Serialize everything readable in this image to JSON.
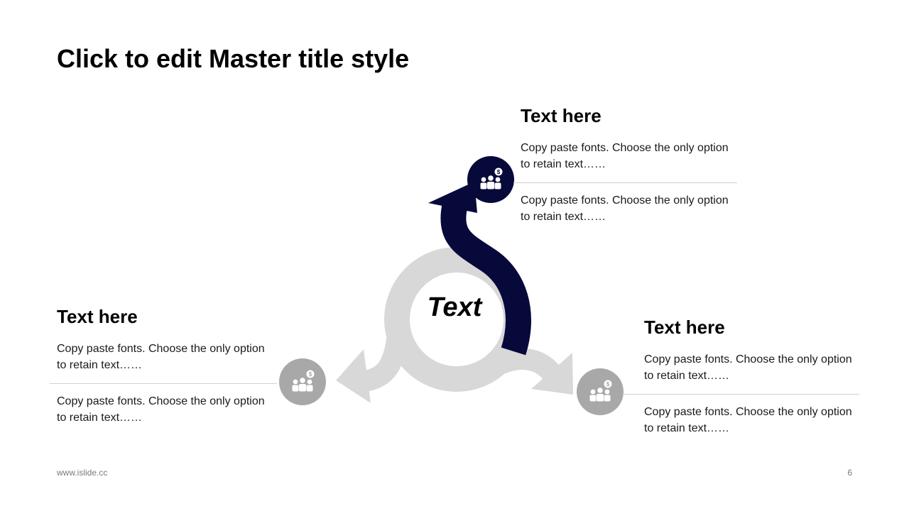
{
  "slide": {
    "title": "Click to edit Master title style",
    "center_label": "Text",
    "footer": "www.islide.cc",
    "page_number": "6"
  },
  "colors": {
    "accent": "#07093b",
    "muted": "#a8a8a8",
    "ring": "#d8d8d8",
    "divider": "#d0d0d0"
  },
  "blocks": {
    "top": {
      "heading": "Text here",
      "para1": "Copy paste fonts. Choose the only option to retain text……",
      "para2": "Copy paste fonts. Choose the only option to retain text……",
      "icon": "people-dollar-icon"
    },
    "left": {
      "heading": "Text here",
      "para1": "Copy paste fonts. Choose the only option to retain text……",
      "para2": "Copy paste fonts. Choose the only option to retain text……",
      "icon": "people-dollar-icon"
    },
    "right": {
      "heading": "Text here",
      "para1": "Copy paste fonts. Choose the only option to retain text……",
      "para2": "Copy paste fonts. Choose the only option to retain text……",
      "icon": "people-dollar-icon"
    }
  }
}
